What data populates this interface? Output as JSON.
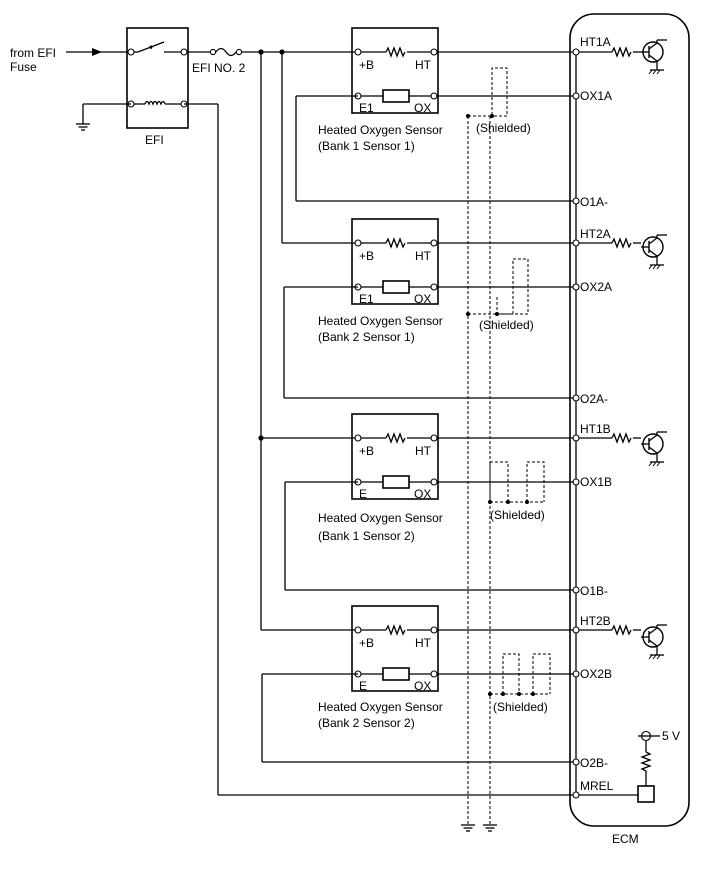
{
  "inputs": {
    "from_efi_fuse": "from EFI",
    "fuse_word": "Fuse"
  },
  "relay": {
    "label": "EFI"
  },
  "fuse": {
    "label": "EFI NO. 2"
  },
  "sensors": [
    {
      "name": "Heated Oxygen Sensor",
      "location": "(Bank 1 Sensor 1)",
      "pin_b": "+B",
      "pin_ht": "HT",
      "pin_e": "E1",
      "pin_ox": "OX",
      "shield": "(Shielded)"
    },
    {
      "name": "Heated Oxygen Sensor",
      "location": "(Bank 2 Sensor 1)",
      "pin_b": "+B",
      "pin_ht": "HT",
      "pin_e": "E1",
      "pin_ox": "OX",
      "shield": "(Shielded)"
    },
    {
      "name": "Heated Oxygen Sensor",
      "location": "(Bank 1 Sensor 2)",
      "pin_b": "+B",
      "pin_ht": "HT",
      "pin_e": "E",
      "pin_ox": "OX",
      "shield": "(Shielded)"
    },
    {
      "name": "Heated Oxygen Sensor",
      "location": "(Bank 2 Sensor 2)",
      "pin_b": "+B",
      "pin_ht": "HT",
      "pin_e": "E",
      "pin_ox": "OX",
      "shield": "(Shielded)"
    }
  ],
  "ecm": {
    "label": "ECM",
    "terminals": [
      "HT1A",
      "OX1A",
      "O1A-",
      "HT2A",
      "OX2A",
      "O2A-",
      "HT1B",
      "OX1B",
      "O1B-",
      "HT2B",
      "OX2B",
      "O2B-",
      "MREL"
    ],
    "supply": "5 V"
  }
}
